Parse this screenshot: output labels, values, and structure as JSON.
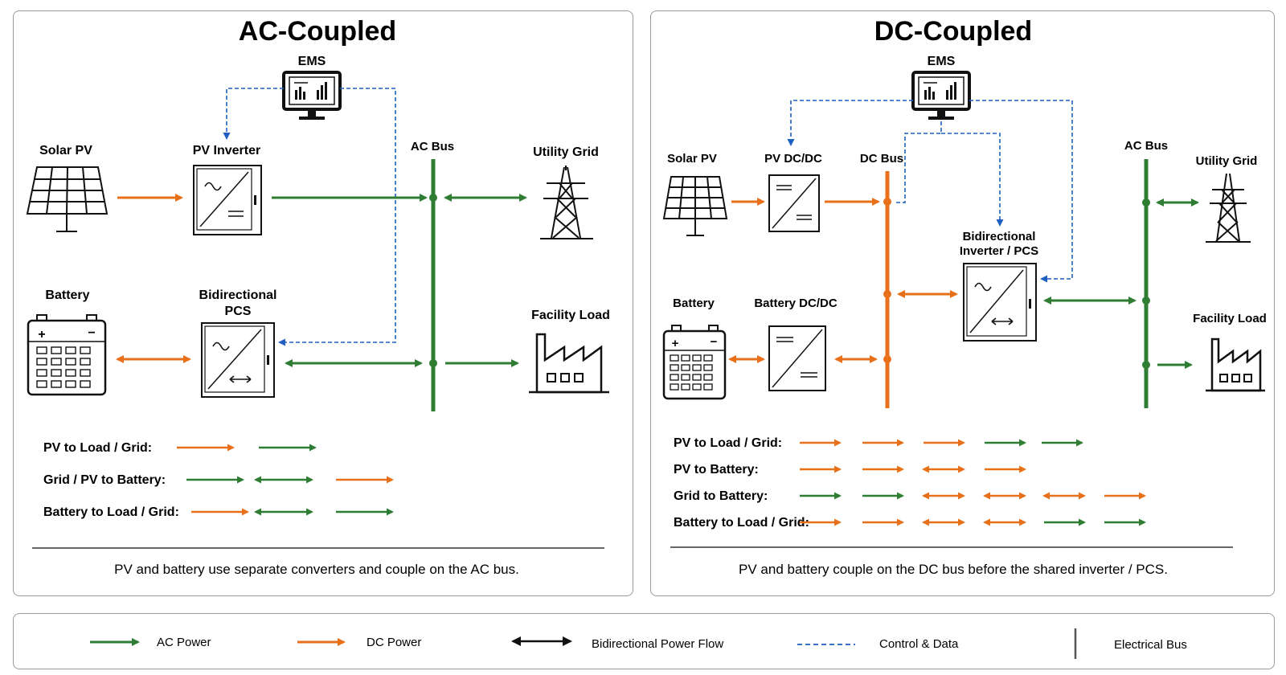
{
  "colors": {
    "ac": "#2e7d32",
    "dc": "#e8701a",
    "control": "#1f5fbf",
    "ink": "#111111"
  },
  "ac_coupled": {
    "title": "AC-Coupled",
    "ems_label": "EMS",
    "solar_label": "Solar PV",
    "inverter_label": "PV Inverter",
    "bus_label": "AC Bus",
    "grid_label": "Utility Grid",
    "battery_label": "Battery",
    "pcs_label_1": "Bidirectional",
    "pcs_label_2": "PCS",
    "load_label": "Facility Load",
    "flows": [
      {
        "label": "PV to Load / Grid:",
        "arrows": [
          "dc",
          "ac"
        ]
      },
      {
        "label": "Grid / PV to Battery:",
        "arrows": [
          "ac",
          "ac-bi",
          "dc"
        ]
      },
      {
        "label": "Battery to Load / Grid:",
        "arrows": [
          "dc",
          "ac-bi",
          "ac"
        ]
      }
    ],
    "caption": "PV and battery use separate converters and couple on the AC bus."
  },
  "dc_coupled": {
    "title": "DC-Coupled",
    "ems_label": "EMS",
    "solar_label": "Solar PV",
    "pv_dcdc_label": "PV DC/DC",
    "dc_bus_label": "DC Bus",
    "ac_bus_label": "AC Bus",
    "grid_label": "Utility Grid",
    "pcs_label_1": "Bidirectional",
    "pcs_label_2": "Inverter / PCS",
    "battery_label": "Battery",
    "battery_dcdc_label": "Battery DC/DC",
    "load_label": "Facility Load",
    "flows": [
      {
        "label": "PV to Load / Grid:",
        "arrows": [
          "dc",
          "dc",
          "dc",
          "ac",
          "ac"
        ]
      },
      {
        "label": "PV to Battery:",
        "arrows": [
          "dc",
          "dc",
          "dc-bi",
          "dc"
        ]
      },
      {
        "label": "Grid to Battery:",
        "arrows": [
          "ac",
          "ac",
          "dc-bi",
          "dc-bi",
          "dc-bi",
          "dc"
        ]
      },
      {
        "label": "Battery to Load / Grid:",
        "arrows": [
          "dc",
          "dc",
          "dc-bi",
          "dc-bi",
          "ac",
          "ac"
        ]
      }
    ],
    "caption": "PV and battery couple on the DC bus before the shared inverter / PCS."
  },
  "legend": {
    "ac_power": "AC Power",
    "dc_power": "DC Power",
    "bidirectional": "Bidirectional Power Flow",
    "control": "Control & Data",
    "bus": "Electrical Bus"
  }
}
